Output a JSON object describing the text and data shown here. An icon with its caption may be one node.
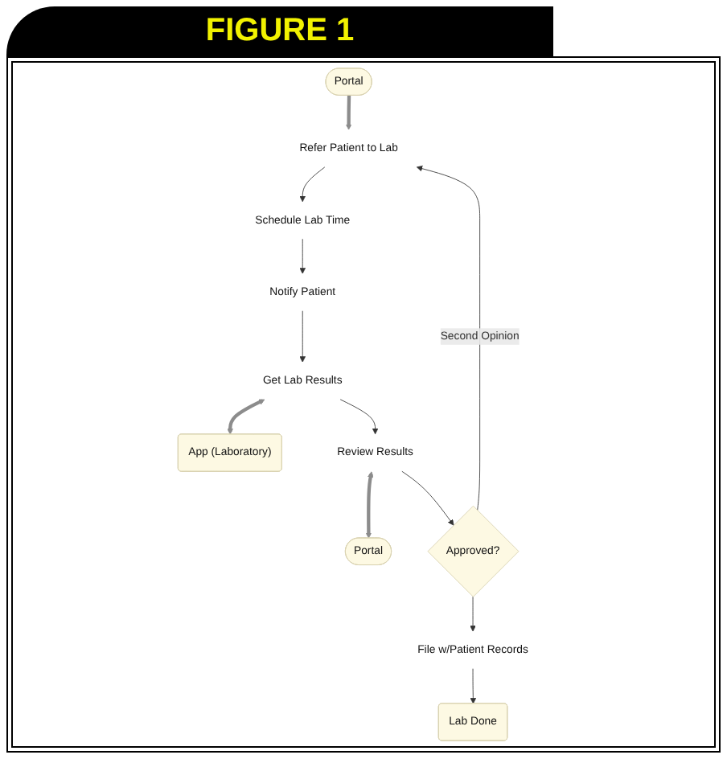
{
  "diagram": {
    "title": "FIGURE 1",
    "nodes": [
      {
        "text": [
          "Portal"
        ]
      },
      {
        "text": [
          "Refer Patient to Lab"
        ]
      },
      {
        "text": [
          "Schedule Lab Time"
        ]
      },
      {
        "text": [
          "Notify Patient"
        ]
      },
      {
        "text": [
          "Get Lab Results"
        ]
      },
      {
        "text": [
          "App (Laboratory)"
        ]
      },
      {
        "text": [
          "Review Results"
        ]
      },
      {
        "text": [
          "Portal"
        ]
      },
      {
        "text": [
          "Approved?"
        ]
      },
      {
        "text": [
          "File w/Patient Records"
        ]
      },
      {
        "text": [
          "Lab Done"
        ]
      }
    ],
    "edges": [
      {
        "from": 0,
        "to": 1,
        "arrow": "to",
        "style": "thick",
        "color": "#8c8c8c"
      },
      {
        "from": 1,
        "to": 2,
        "arrow": "to"
      },
      {
        "from": 2,
        "to": 3,
        "arrow": "to"
      },
      {
        "from": 3,
        "to": 4,
        "arrow": "to"
      },
      {
        "from": 4,
        "to": 5,
        "arrow": "both",
        "style": "thick",
        "color": "#8c8c8c"
      },
      {
        "from": 4,
        "to": 6,
        "arrow": "to"
      },
      {
        "from": 6,
        "to": 7,
        "arrow": "both",
        "style": "thick",
        "color": "#8c8c8c"
      },
      {
        "from": 6,
        "to": 8,
        "arrow": "to"
      },
      {
        "from": 8,
        "to": 1,
        "arrow": "to",
        "label": "Second Opinion"
      },
      {
        "from": 8,
        "to": 9,
        "arrow": "to"
      },
      {
        "from": 9,
        "to": 10,
        "arrow": "to"
      }
    ]
  }
}
